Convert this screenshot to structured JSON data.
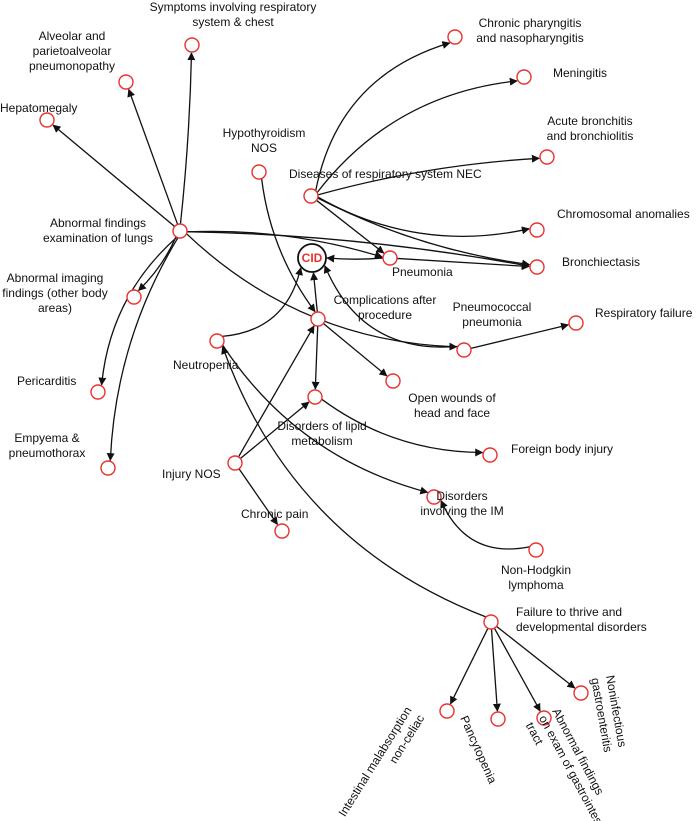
{
  "diagram": {
    "center": {
      "label": "CID"
    },
    "nodes": {
      "symptoms_resp": [
        "Symptoms involving respiratory",
        "system & chest"
      ],
      "alveolar": [
        "Alveolar and",
        "parietoalveolar",
        "pneumonopathy"
      ],
      "hepatomegaly": [
        "Hepatomegaly"
      ],
      "hypothyroidism": [
        "Hypothyroidism",
        "NOS"
      ],
      "abnormal_lungs": [
        "Abnormal findings",
        "examination of lungs"
      ],
      "abnormal_imaging": [
        "Abnormal imaging",
        "findings (other body",
        "areas)"
      ],
      "pericarditis": [
        "Pericarditis"
      ],
      "empyema": [
        "Empyema &",
        "pneumothorax"
      ],
      "chronic_pharyngitis": [
        "Chronic pharyngitis",
        "and nasopharyngitis"
      ],
      "meningitis": [
        "Meningitis"
      ],
      "acute_bronchitis": [
        "Acute bronchitis",
        "and bronchiolitis"
      ],
      "diseases_resp": [
        "Diseases of respiratory system NEC"
      ],
      "chromosomal": [
        "Chromosomal anomalies"
      ],
      "bronchiectasis": [
        "Bronchiectasis"
      ],
      "pneumonia": [
        "Pneumonia"
      ],
      "complications": [
        "Complications after",
        "procedure"
      ],
      "pneumococcal": [
        "Pneumococcal",
        "pneumonia"
      ],
      "respiratory_failure": [
        "Respiratory failure"
      ],
      "neutropenia": [
        "Neutropenia"
      ],
      "open_wounds": [
        "Open wounds of",
        "head and face"
      ],
      "lipid": [
        "Disorders of lipid",
        "metabolism"
      ],
      "foreign_body": [
        "Foreign body injury"
      ],
      "injury_nos": [
        "Injury NOS"
      ],
      "chronic_pain": [
        "Chronic pain"
      ],
      "disorders_im": [
        "Disorders",
        "involving the IM"
      ],
      "non_hodgkin": [
        "Non-Hodgkin",
        "lymphoma"
      ],
      "failure_thrive": [
        "Failure to thrive and",
        "developmental disorders"
      ],
      "intestinal": [
        "Intestinal malabsorption",
        "non-celiac"
      ],
      "pancytopenia": [
        "Pancytopenia"
      ],
      "abnormal_gi": [
        "Abnormal findings",
        "on exam of gastrointestinal",
        "tract"
      ],
      "noninfectious": [
        "Noninfectious",
        "gastroenteritis"
      ]
    }
  }
}
